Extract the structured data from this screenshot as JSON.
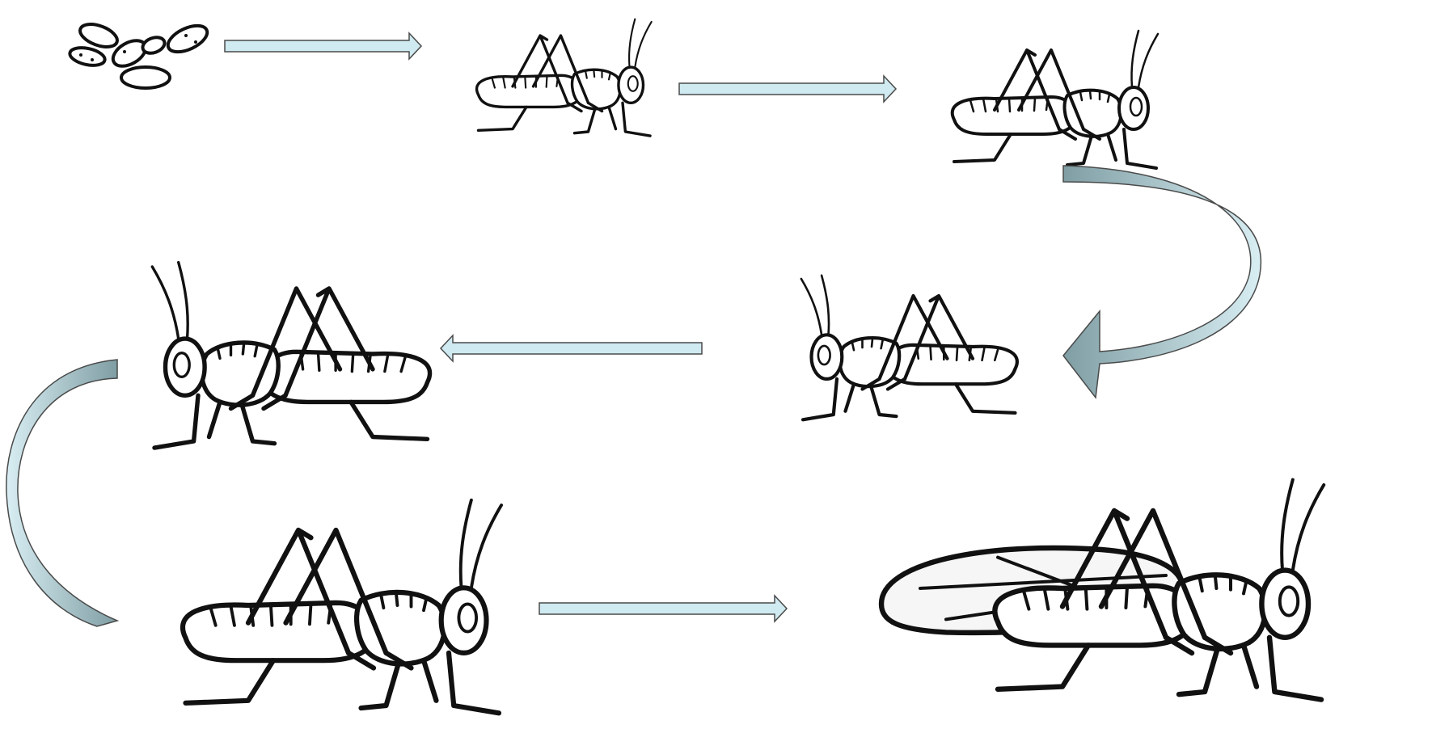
{
  "diagram": {
    "kind": "grasshopper-life-cycle",
    "stages": [
      {
        "id": "eggs",
        "icon": "eggs-icon"
      },
      {
        "id": "nymph-1",
        "icon": "nymph-icon"
      },
      {
        "id": "nymph-2",
        "icon": "nymph-icon"
      },
      {
        "id": "nymph-3",
        "icon": "nymph-icon"
      },
      {
        "id": "nymph-4",
        "icon": "nymph-icon"
      },
      {
        "id": "nymph-5",
        "icon": "nymph-icon"
      },
      {
        "id": "adult",
        "icon": "adult-grasshopper-icon"
      }
    ],
    "colors": {
      "arrow_fill": "#cfeaf0",
      "arrow_stroke": "#4a4a4a",
      "curved_arrow_light": "#d8eef3",
      "curved_arrow_dark": "#7f9ea4",
      "line_art": "#111111",
      "background": "#ffffff"
    }
  }
}
